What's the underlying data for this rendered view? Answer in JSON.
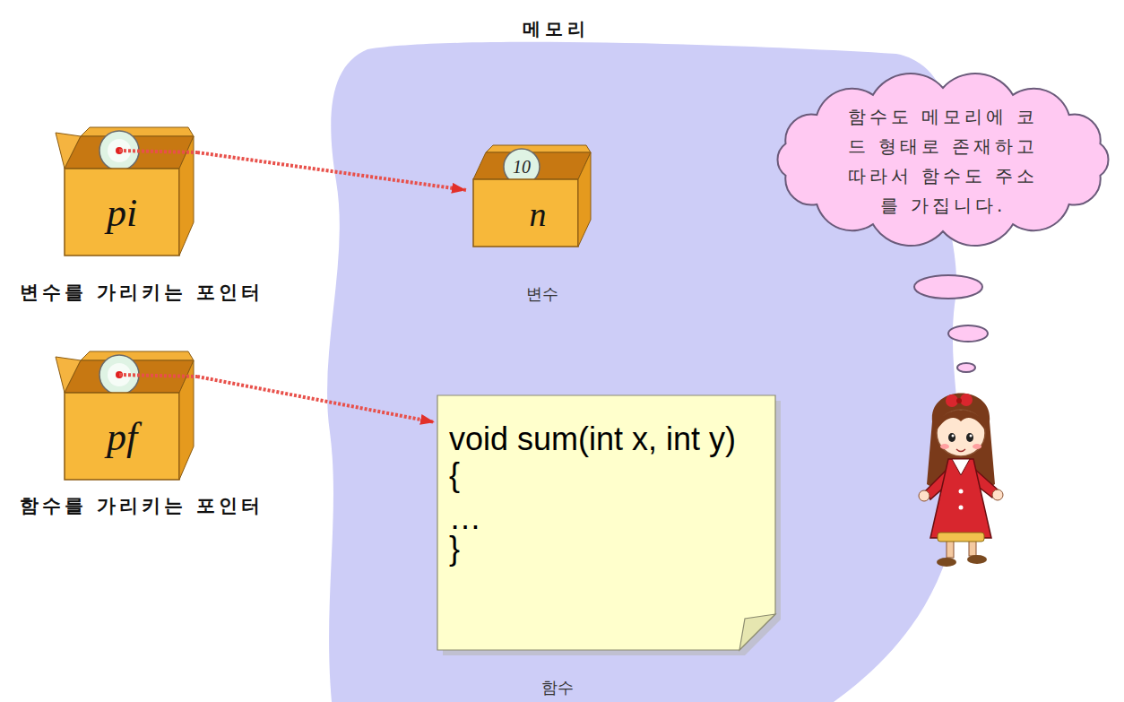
{
  "diagram": {
    "nodes": [
      {
        "text": [
          "메모리"
        ]
      },
      {
        "text": [
          "pi",
          "변수를 가리키는 포인터"
        ]
      },
      {
        "text": [
          "10",
          "n",
          "변수"
        ],
        "in": 0
      },
      {
        "text": [
          "pf",
          "함수를 가리키는 포인터"
        ]
      },
      {
        "text": [
          "void sum(int x, int y)",
          "{",
          "…",
          "}",
          "함수"
        ],
        "in": 0
      },
      {
        "text": [
          "함수도 메모리에 코드 형태로 존재하고 따라서 함수도 주소를 가집니다."
        ]
      }
    ],
    "edges": [
      {
        "from": 1,
        "to": 2,
        "arrow": "to"
      },
      {
        "from": 3,
        "to": 4,
        "arrow": "to"
      }
    ]
  }
}
